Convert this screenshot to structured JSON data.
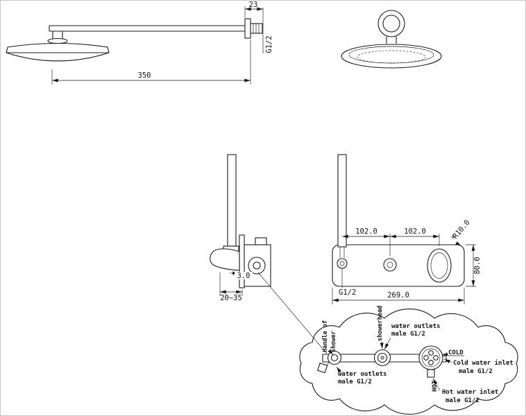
{
  "colors": {
    "line": "#1a1a1a",
    "background": "#ffffff"
  },
  "views": {
    "arm_side": {
      "dim_stub_length": "23",
      "thread_label": "G1/2",
      "dim_arm_length": "350"
    },
    "valve_side": {
      "dim_plate_thickness": "3.0",
      "dim_wall_depth": "20~35"
    },
    "panel": {
      "dim_spacing_left": "102.0",
      "dim_spacing_right": "102.0",
      "corner_radius_label": "R10.0",
      "dim_height": "80.0",
      "thread_label": "G1/2",
      "dim_width": "269.0"
    },
    "detail": {
      "handle_label_line1": "Handle of",
      "handle_label_line2": "shower",
      "showerhead_label": "showerhead",
      "outlet_top_line1": "water outlets",
      "outlet_top_line2": "male G1/2",
      "outlet_bottom_line1": "water outlets",
      "outlet_bottom_line2": "male G1/2",
      "cold_tag": "COLD",
      "cold_inlet_line1": "Cold water inlet",
      "cold_inlet_line2": "male G1/2",
      "hot_tag": "HOT",
      "hot_inlet_line1": "Hot water inlet",
      "hot_inlet_line2": "male G1/2"
    }
  }
}
